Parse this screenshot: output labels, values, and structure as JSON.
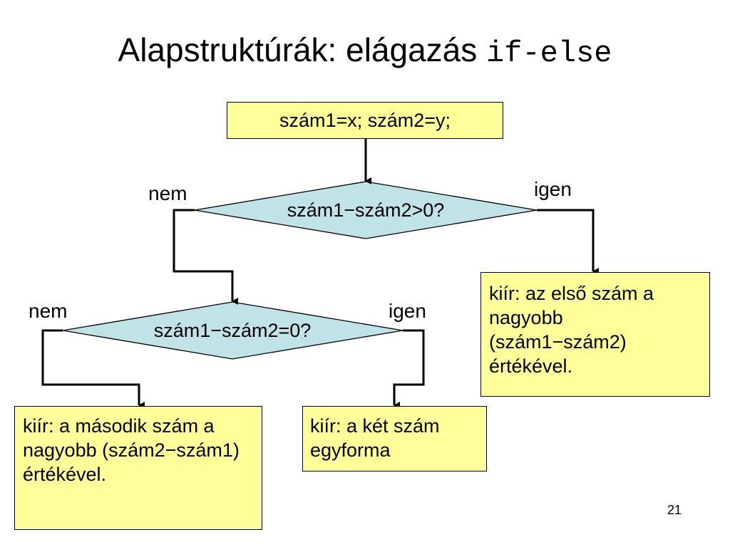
{
  "slide": {
    "title_text": "Alapstruktúrák: elágazás",
    "title_code": "if-else",
    "page_number": "21"
  },
  "flowchart": {
    "start_box": "szám1=x; szám2=y;",
    "decision1": {
      "condition": "szám1−szám2>0?",
      "no_label": "nem",
      "yes_label": "igen"
    },
    "decision2": {
      "condition": "szám1−szám2=0?",
      "no_label": "nem",
      "yes_label": "igen"
    },
    "output_first_bigger": "kiír: az első szám a nagyobb (szám1−szám2) értékével.",
    "output_second_bigger": "kiír: a második szám a nagyobb (szám2−szám1) értékével.",
    "output_equal": "kiír: a két szám egyforma"
  },
  "colors": {
    "box_fill": "#ffff99",
    "decision_fill": "#bfe3e6",
    "line": "#000000"
  }
}
